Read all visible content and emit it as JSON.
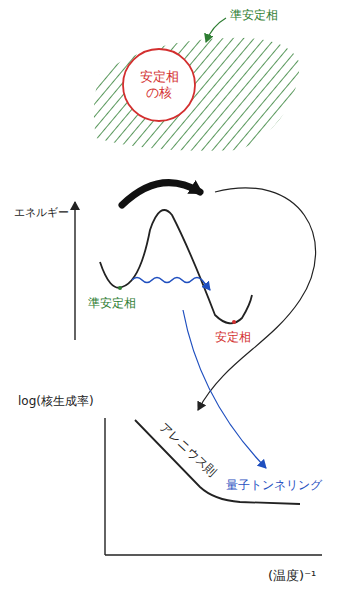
{
  "diagram": {
    "nodes": [
      {
        "text": [
          "準安定相"
        ]
      },
      {
        "text": [
          "安定相の核"
        ],
        "in": 0
      }
    ],
    "labels": [
      "エネルギー",
      "準安定相",
      "安定相",
      "log(核生成率)",
      "アレニウス則",
      "量子トンネリング",
      "(温度)⁻¹"
    ]
  }
}
